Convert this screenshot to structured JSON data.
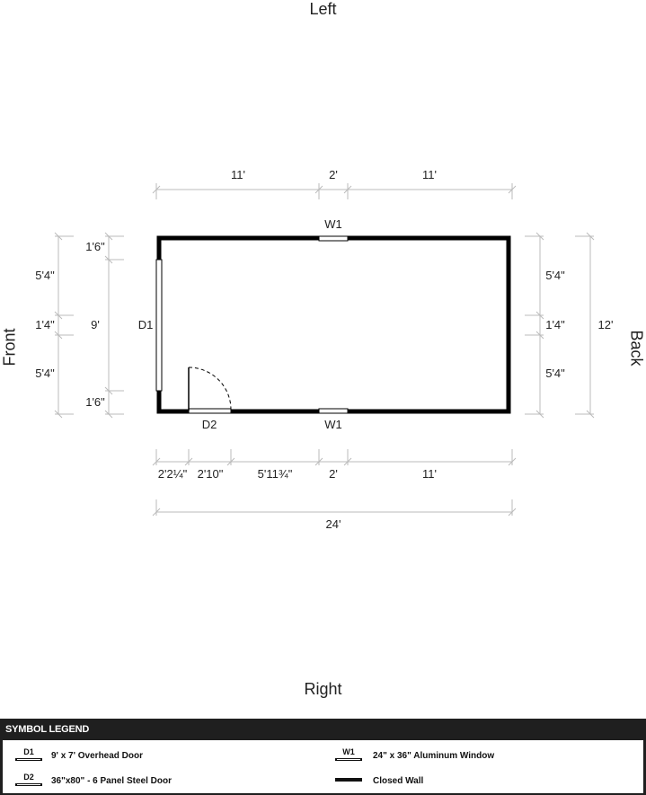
{
  "sides": {
    "left": "Left",
    "right": "Right",
    "front": "Front",
    "back": "Back"
  },
  "openings": {
    "w1_top": "W1",
    "w1_bottom": "W1",
    "d1": "D1",
    "d2": "D2"
  },
  "dims": {
    "top": [
      "11'",
      "2'",
      "11'"
    ],
    "bottom": [
      "2'2¼\"",
      "2'10\"",
      "5'11¾\"",
      "2'",
      "11'"
    ],
    "bottom_total": "24'",
    "left_inner": [
      "1'6\"",
      "9'",
      "1'6\""
    ],
    "left_outer": [
      "5'4\"",
      "1'4\"",
      "5'4\""
    ],
    "right_inner": [
      "5'4\"",
      "1'4\"",
      "5'4\""
    ],
    "right_total": "12'"
  },
  "legend": {
    "title": "SYMBOL LEGEND",
    "items": [
      {
        "symbol": "D1",
        "text": "9' x 7' Overhead Door"
      },
      {
        "symbol": "D2",
        "text": "36\"x80\" - 6 Panel Steel Door"
      },
      {
        "symbol": "W1",
        "text": "24\" x 36\" Aluminum Window"
      },
      {
        "symbol": "",
        "text": "Closed Wall"
      }
    ]
  },
  "colors": {
    "wall": "#000000",
    "dimension": "#bbbbbb",
    "legend_bar": "#1f1f1f"
  }
}
